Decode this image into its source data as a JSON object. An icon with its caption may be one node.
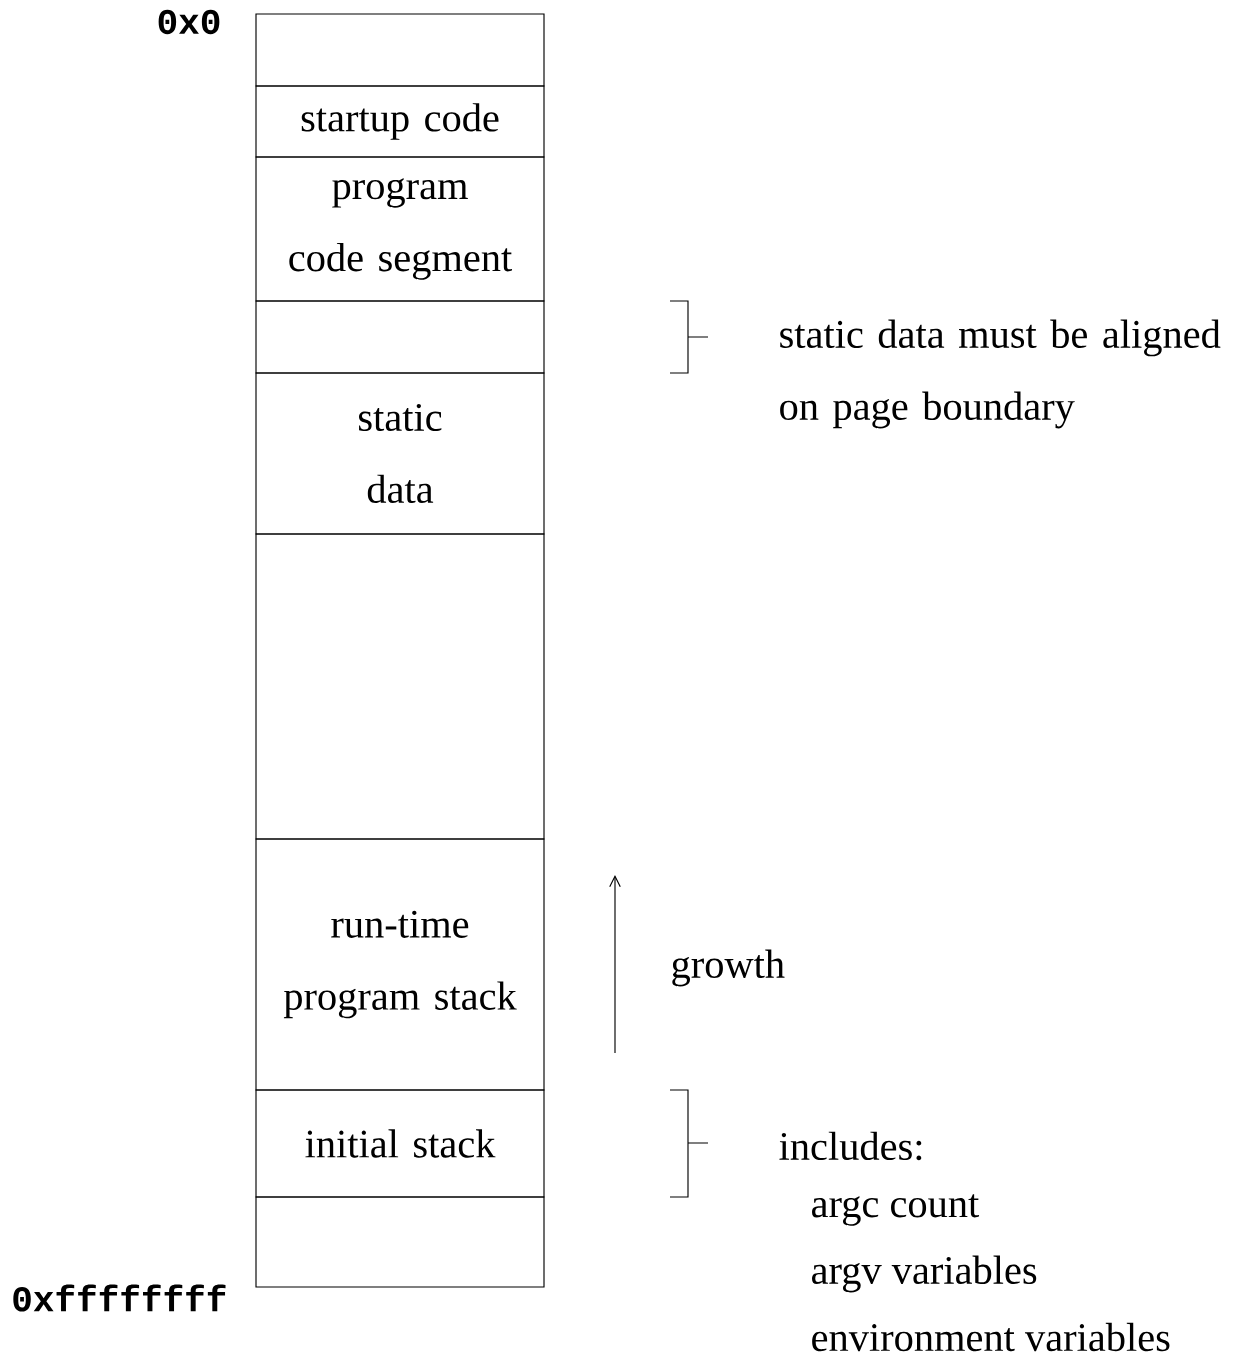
{
  "diagram": {
    "nodes": [
      {
        "text": [],
        "shape": "box"
      },
      {
        "text": [
          "startup code"
        ]
      },
      {
        "text": [
          "program code segment"
        ]
      },
      {
        "text": [],
        "shape": "box"
      },
      {
        "text": [
          "static data"
        ]
      },
      {
        "text": [],
        "shape": "box"
      },
      {
        "text": [
          "run-time program stack"
        ]
      },
      {
        "text": [
          "initial stack"
        ],
        "beside": [
          "includes:",
          "argc count",
          "argv variables",
          "environment variables"
        ]
      },
      {
        "text": [],
        "shape": "box"
      }
    ],
    "labels": [
      "0x0",
      "static data must be aligned on page boundary",
      "growth",
      "0xffffffff"
    ]
  }
}
